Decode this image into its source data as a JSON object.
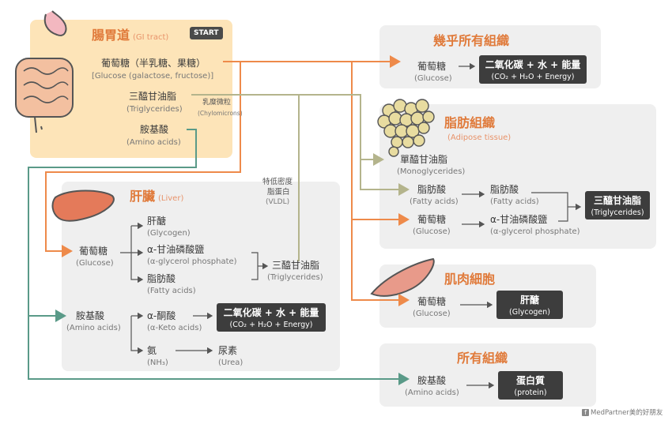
{
  "colors": {
    "orange": "#ee8a4a",
    "olive": "#b4b48c",
    "teal": "#5a9a88",
    "gi_bg": "#fde4b8",
    "gray_bg": "#efefef",
    "dark_box": "#3d3d3d"
  },
  "gi": {
    "title": "腸胃道",
    "title_en": "(GI tract)",
    "start": "START",
    "glucose": "葡萄糖（半乳糖、果糖）",
    "glucose_en": "[Glucose (galactose, fructose)]",
    "tg": "三醯甘油脂",
    "tg_en": "(Triglycerides)",
    "chylo": "乳糜微粒",
    "chylo_en": "(Chylomicrons)",
    "aa": "胺基酸",
    "aa_en": "(Amino acids)"
  },
  "vldl": {
    "l1": "特低密度",
    "l2": "脂蛋白",
    "en": "(VLDL)"
  },
  "liver": {
    "title": "肝臟",
    "title_en": "(Liver)",
    "glucose": "葡萄糖",
    "glucose_en": "(Glucose)",
    "glycogen": "肝醣",
    "glycogen_en": "(Glycogen)",
    "agp": "α-甘油磷酸鹽",
    "agp_en": "(α-glycerol phosphate)",
    "fa": "脂肪酸",
    "fa_en": "(Fatty acids)",
    "tg": "三醯甘油脂",
    "tg_en": "(Triglycerides)",
    "aa": "胺基酸",
    "aa_en": "(Amino acids)",
    "keto": "α-酮酸",
    "keto_en": "(α-Keto acids)",
    "energy": "二氧化碳 + 水 + 能量",
    "energy_en": "(CO₂ + H₂O + Energy)",
    "nh3": "氨",
    "nh3_en": "(NH₃)",
    "urea": "尿素",
    "urea_en": "(Urea)"
  },
  "almost": {
    "title": "幾乎所有組織",
    "glucose": "葡萄糖",
    "glucose_en": "(Glucose)",
    "energy": "二氧化碳 + 水 + 能量",
    "energy_en": "(CO₂ + H₂O + Energy)"
  },
  "adipose": {
    "title": "脂肪組織",
    "title_en": "(Adipose tissue)",
    "mg": "單醯甘油脂",
    "mg_en": "(Monoglycerides)",
    "fa": "脂肪酸",
    "fa_en": "(Fatty acids)",
    "fa2": "脂肪酸",
    "fa2_en": "(Fatty acids)",
    "glucose": "葡萄糖",
    "glucose_en": "(Glucose)",
    "agp": "α-甘油磷酸鹽",
    "agp_en": "(α-glycerol phosphate)",
    "tg": "三醯甘油脂",
    "tg_en": "(Triglycerides)"
  },
  "muscle": {
    "title": "肌肉細胞",
    "glucose": "葡萄糖",
    "glucose_en": "(Glucose)",
    "glycogen": "肝醣",
    "glycogen_en": "(Glycogen)"
  },
  "all": {
    "title": "所有組織",
    "aa": "胺基酸",
    "aa_en": "(Amino acids)",
    "protein": "蛋白質",
    "protein_en": "(protein)"
  },
  "footer": {
    "credit": "MedPartner美的好朋友"
  }
}
